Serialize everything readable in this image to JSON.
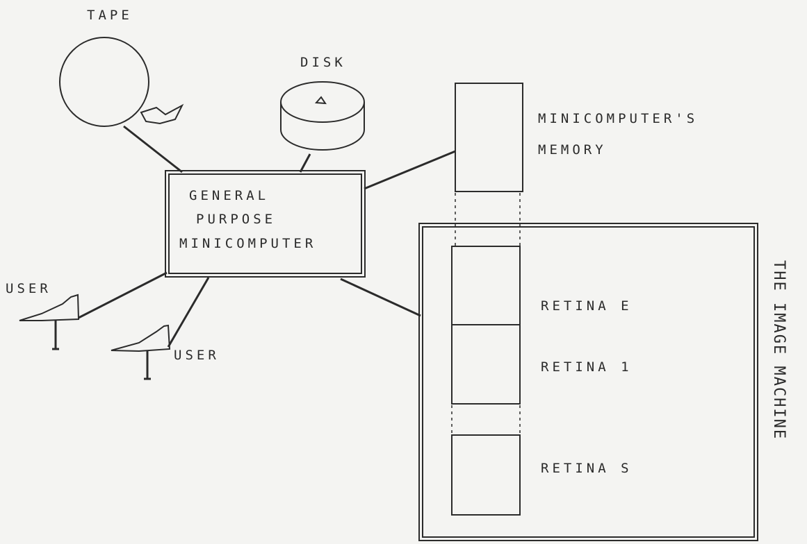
{
  "labels": {
    "tape": "TAPE",
    "disk": "DISK",
    "computer_line1": "GENERAL",
    "computer_line2": "PURPOSE",
    "computer_line3": "MINICOMPUTER",
    "memory_line1": "MINICOMPUTER'S",
    "memory_line2": "MEMORY",
    "user_left": "USER",
    "user_right": "USER",
    "retina_e": "RETINA E",
    "retina_1": "RETINA 1",
    "retina_s": "RETINA S",
    "image_machine": "THE IMAGE MACHINE"
  }
}
